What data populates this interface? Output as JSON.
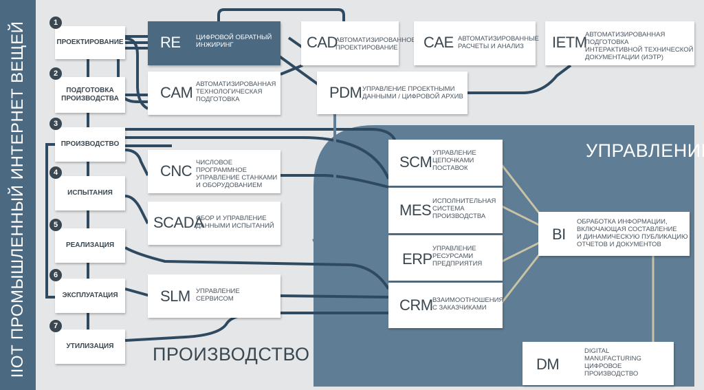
{
  "sidebar_title": "IIOT ПРОМЫШЛЕННЫЙ ИНТЕРНЕТ ВЕЩЕЙ",
  "regions": {
    "management": "УПРАВЛЕНИЕ",
    "production": "ПРОИЗВОДСТВО"
  },
  "stages": [
    {
      "num": "1",
      "label": "ПРОЕКТИРОВАНИЕ"
    },
    {
      "num": "2",
      "label": "ПОДГОТОВКА\nПРОИЗВОДСТВА"
    },
    {
      "num": "3",
      "label": "ПРОИЗВОДСТВО"
    },
    {
      "num": "4",
      "label": "ИСПЫТАНИЯ"
    },
    {
      "num": "5",
      "label": "РЕАЛИЗАЦИЯ"
    },
    {
      "num": "6",
      "label": "ЭКСПЛУАТАЦИЯ"
    },
    {
      "num": "7",
      "label": "УТИЛИЗАЦИЯ"
    }
  ],
  "systems": {
    "re": {
      "abbr": "RE",
      "desc": "ЦИФРОВОЙ ОБРАТНЫЙ\nИНЖИРИНГ"
    },
    "cad": {
      "abbr": "CAD",
      "desc": "АВТОМАТИЗИРОВАННОЕ\nПРОЕКТИРОВАНИЕ"
    },
    "cae": {
      "abbr": "CAE",
      "desc": "АВТОМАТИЗИРОВАННЫЕ\nРАСЧЕТЫ И АНАЛИЗ"
    },
    "ietm": {
      "abbr": "IETM",
      "desc": "АВТОМАТИЗИРОВАННАЯ ПОДГОТОВКА\nИНТЕРАКТИВНОЙ ТЕХНИЧЕСКОЙ\nДОКУМЕНТАЦИИ (ИЭТР)"
    },
    "cam": {
      "abbr": "CAM",
      "desc": "АВТОМАТИЗИРОВАННАЯ\nТЕХНОЛОГИЧЕСКАЯ\nПОДГОТОВКА"
    },
    "pdm": {
      "abbr": "PDM",
      "desc": "УПРАВЛЕНИЕ ПРОЕКТНЫМИ\nДАННЫМИ / ЦИФРОВОЙ АРХИВ"
    },
    "cnc": {
      "abbr": "CNC",
      "desc": "ЧИСЛОВОЕ ПРОГРАММНОЕ\nУПРАВЛЕНИЕ СТАНКАМИ\nИ ОБОРУДОВАНИЕМ"
    },
    "scada": {
      "abbr": "SCADA",
      "desc": "СБОР И УПРАВЛЕНИЕ\nДАННЫМИ ИСПЫТАНИЙ"
    },
    "slm": {
      "abbr": "SLM",
      "desc": "УПРАВЛЕНИЕ\nСЕРВИСОМ"
    },
    "scm": {
      "abbr": "SCM",
      "desc": "УПРАВЛЕНИЕ\nЦЕПОЧКАМИ\nПОСТАВОК"
    },
    "mes": {
      "abbr": "MES",
      "desc": "ИСПОЛНИТЕЛЬНАЯ\nСИСТЕМА\nПРОИЗВОДСТВА"
    },
    "erp": {
      "abbr": "ERP",
      "desc": "УПРАВЛЕНИЕ\nРЕСУРСАМИ\nПРЕДПРИЯТИЯ"
    },
    "crm": {
      "abbr": "CRM",
      "desc": "ВЗАИМООТНОШЕНИЯ\nС ЗАКАЗЧИКАМИ"
    },
    "bi": {
      "abbr": "BI",
      "desc": "ОБРАБОТКА ИНФОРМАЦИИ,\nВКЛЮЧАЮЩАЯ СОСТАВЛЕНИЕ\nИ ДИНАМИЧЕСКУЮ ПУБЛИКАЦИЮ\nОТЧЕТОВ И ДОКУМЕНТОВ"
    },
    "dm": {
      "abbr": "DM",
      "desc": "DIGITAL\nMANUFACTURING\nЦИФРОВОЕ\nПРОИЗВОДСТВО"
    }
  },
  "colors": {
    "sidebar": "#4b6a82",
    "management_region": "#5f7d94",
    "line_dark": "#2f4a60",
    "line_light": "#c9c3a6",
    "text_dark": "#3a4750"
  }
}
